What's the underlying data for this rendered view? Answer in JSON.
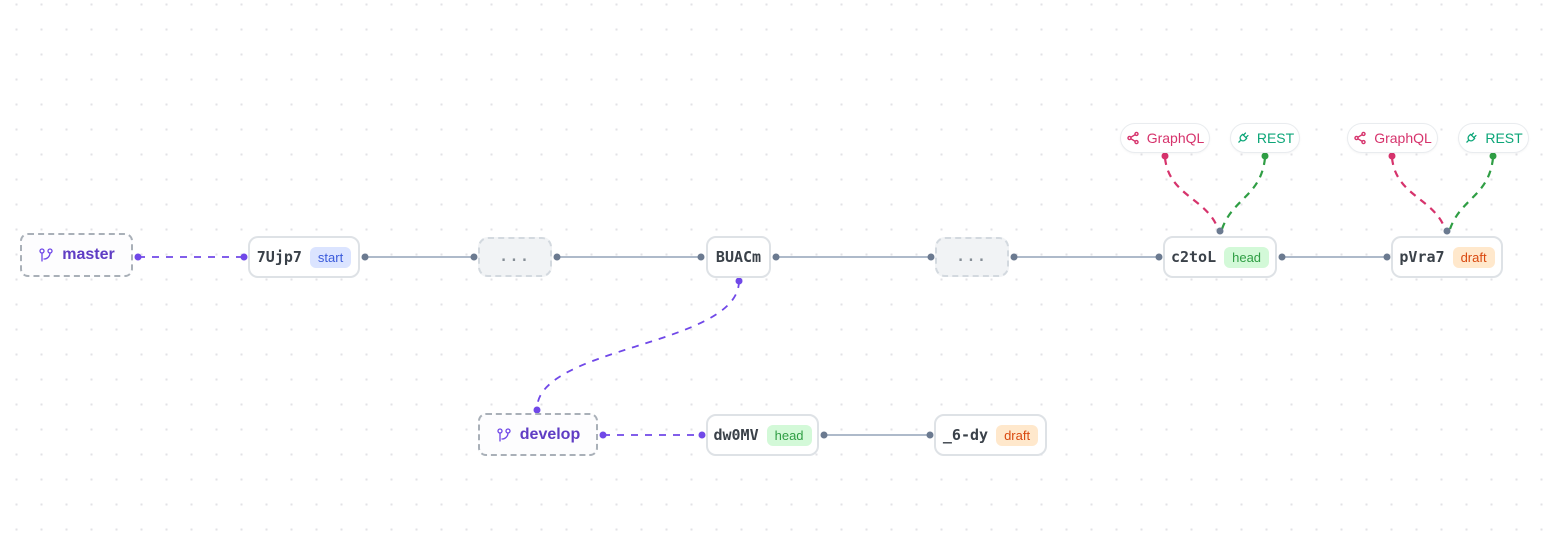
{
  "graph": {
    "branches": {
      "master": {
        "label": "master"
      },
      "develop": {
        "label": "develop"
      }
    },
    "commits": {
      "c1": {
        "label": "7Ujp7",
        "badge": "start"
      },
      "e1": {
        "label": "..."
      },
      "c2": {
        "label": "BUACm"
      },
      "e2": {
        "label": "..."
      },
      "c3": {
        "label": "c2toL",
        "badge": "head"
      },
      "c4": {
        "label": "pVra7",
        "badge": "draft"
      },
      "c5": {
        "label": "dw0MV",
        "badge": "head"
      },
      "c6": {
        "label": "_6-dy",
        "badge": "draft"
      }
    },
    "api_pills": {
      "graphql_c3": {
        "label": "GraphQL"
      },
      "rest_c3": {
        "label": "REST"
      },
      "graphql_c4": {
        "label": "GraphQL"
      },
      "rest_c4": {
        "label": "REST"
      }
    }
  },
  "colors": {
    "edge_solid": "#94a3b8",
    "edge_endpoint_dot": "#6b7a90",
    "branch_edge_purple": "#7048e8",
    "branch_text_purple": "#5f3dc4",
    "graphql_pink": "#d6336c",
    "rest_teal": "#0ca678",
    "rest_edge_green": "#2f9e44",
    "badge_start_bg": "#dbe4ff",
    "badge_start_text": "#3b5bdb",
    "badge_head_bg": "#d3f9d8",
    "badge_head_text": "#2f9e44",
    "badge_draft_bg": "#ffe8cc",
    "badge_draft_text": "#d9480f",
    "canvas_dot": "#e2e2e6"
  }
}
